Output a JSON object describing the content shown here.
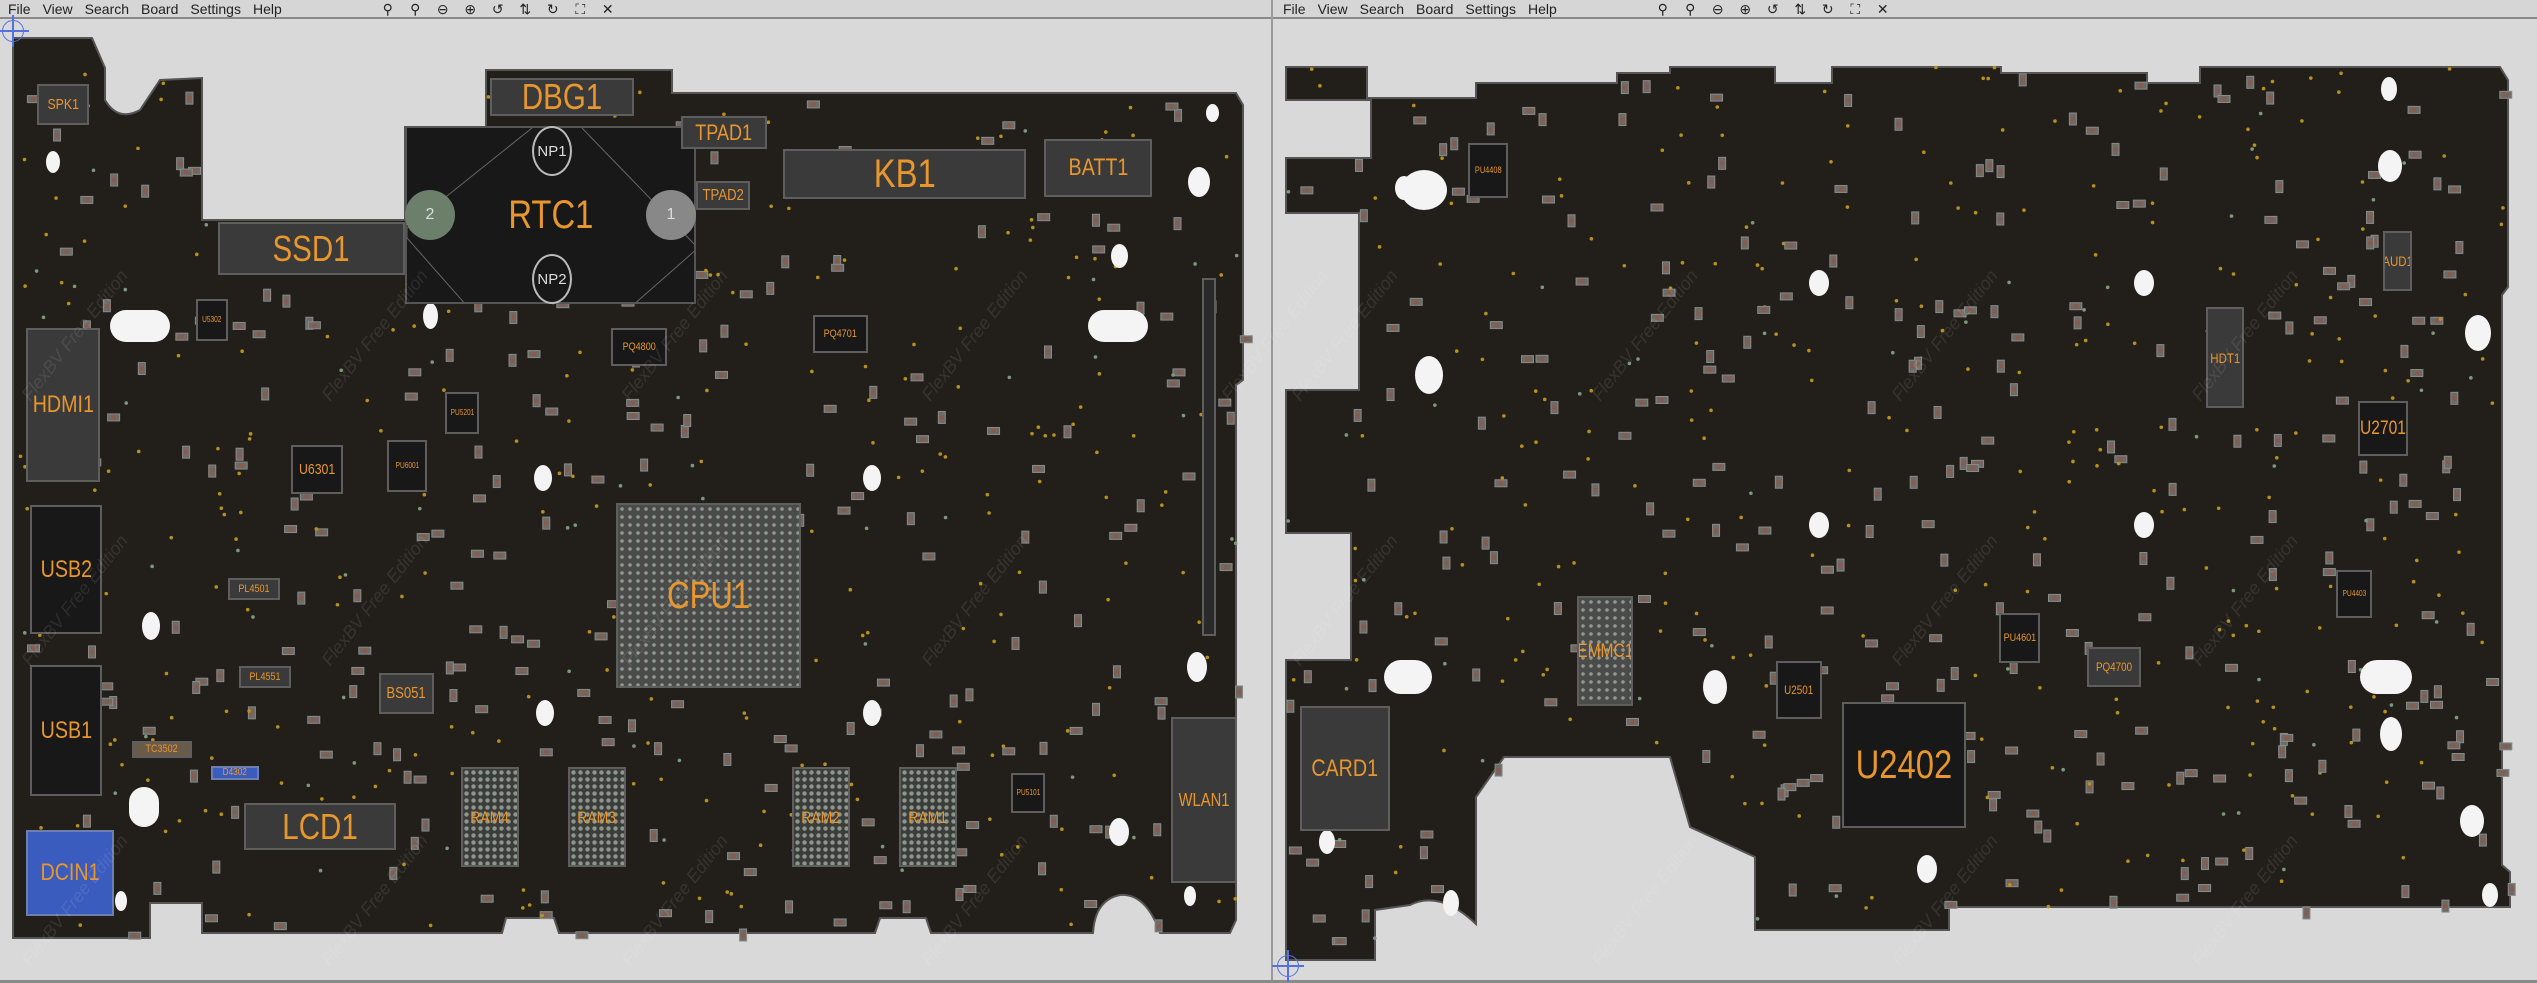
{
  "menu": {
    "items": [
      "File",
      "View",
      "Search",
      "Board",
      "Settings",
      "Help"
    ]
  },
  "toolbar": {
    "icons": [
      "zoom-out-icon",
      "zoom-in-icon",
      "minus-circle-icon",
      "plus-circle-icon",
      "rotate-ccw-icon",
      "flip-icon",
      "rotate-cw-icon",
      "fit-view-icon",
      "close-icon"
    ],
    "glyphs": [
      "⚲",
      "⚲",
      "⊖",
      "⊕",
      "↺",
      "⇅",
      "↻",
      "⛶",
      "✕"
    ]
  },
  "watermark": "FlexBV Free Edition",
  "colors": {
    "board": "#221f1a",
    "label": "#e8962e",
    "background": "#d9d9d9",
    "blue_part": "#3b5cbf"
  },
  "left_board": {
    "SPK1": "SPK1",
    "DBG1": "DBG1",
    "RTC1": "RTC1",
    "NP1": "NP1",
    "NP2": "NP2",
    "pad1": "1",
    "pad2": "2",
    "TPAD1": "TPAD1",
    "TPAD2": "TPAD2",
    "KB1": "KB1",
    "BATT1": "BATT1",
    "SSD1": "SSD1",
    "HDMI1": "HDMI1",
    "USB2": "USB2",
    "USB1": "USB1",
    "DCIN1": "DCIN1",
    "U6301": "U6301",
    "CPU1": "CPU1",
    "BS051": "BS051",
    "LCD1": "LCD1",
    "RAM4": "RAM4",
    "RAM3": "RAM3",
    "RAM2": "RAM2",
    "RAM1": "RAM1",
    "WLAN1": "WLAN1",
    "PL4501": "PL4501",
    "PL4551": "PL4551",
    "TC3502": "TC3502",
    "D4302": "D4302",
    "PQ4701": "PQ4701",
    "PQ4800": "PQ4800",
    "PU5201": "PU5201",
    "U5302": "U5302",
    "PU5101": "PU5101",
    "PU6001": "PU6001"
  },
  "right_board": {
    "AUD1": "AUD1",
    "HDT1": "HDT1",
    "U2701": "U2701",
    "EMMC1": "EMMC1",
    "PU4601": "PU4601",
    "PQ4700": "PQ4700",
    "PU4403": "PU4403",
    "U2501": "U2501",
    "U2402": "U2402",
    "CARD1": "CARD1",
    "PU4408": "PU4408"
  }
}
